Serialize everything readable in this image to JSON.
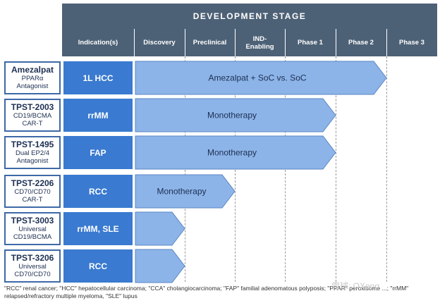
{
  "header": {
    "title": "DEVELOPMENT STAGE",
    "columns": [
      "Indication(s)",
      "Discovery",
      "Preclinical",
      "IND-\nEnabling",
      "Phase 1",
      "Phase 2",
      "Phase 3"
    ]
  },
  "rows": [
    {
      "name": "Amezalpat",
      "sub": [
        "PPARα",
        "Antagonist"
      ],
      "indication": "1L HCC",
      "bar_label": "Amezalpat + SoC vs. SoC",
      "progress_stage": "Phase 2"
    },
    {
      "name": "TPST-2003",
      "sub": [
        "CD19/BCMA",
        "CAR-T"
      ],
      "indication": "rrMM",
      "bar_label": "Monotherapy",
      "progress_stage": "Phase 1"
    },
    {
      "name": "TPST-1495",
      "sub": [
        "Dual EP2/4",
        "Antagonist"
      ],
      "indication": "FAP",
      "bar_label": "Monotherapy",
      "progress_stage": "Phase 1"
    },
    {
      "name": "TPST-2206",
      "sub": [
        "CD70/CD70",
        "CAR-T"
      ],
      "indication": "RCC",
      "bar_label": "Monotherapy",
      "progress_stage": "Preclinical"
    },
    {
      "name": "TPST-3003",
      "sub": [
        "Universal",
        "CD19/BCMA"
      ],
      "indication": "rrMM, SLE",
      "bar_label": "",
      "progress_stage": "Discovery"
    },
    {
      "name": "TPST-3206",
      "sub": [
        "Universal",
        "CD70/CD70"
      ],
      "indication": "RCC",
      "bar_label": "",
      "progress_stage": "Discovery"
    }
  ],
  "footnote": "\"RCC\" renal cancer; \"HCC\" hepatocellular carcinoma; \"CCA\" cholangiocarcinoma; \"FAP\" familial adenomatous polyposis; \"PPAR\" peroxisome ...; \"rrMM\" relapsed/refractory multiple myeloma, \"SLE\" lupus",
  "watermark": "雪球: OXeng",
  "colors": {
    "header": "#4d6176",
    "indication": "#3a7ad0",
    "arrow_fill": "#8cb4e8",
    "arrow_stroke": "#5a86c4",
    "drug_border": "#3d69a8",
    "text_dark": "#1d2f52"
  }
}
